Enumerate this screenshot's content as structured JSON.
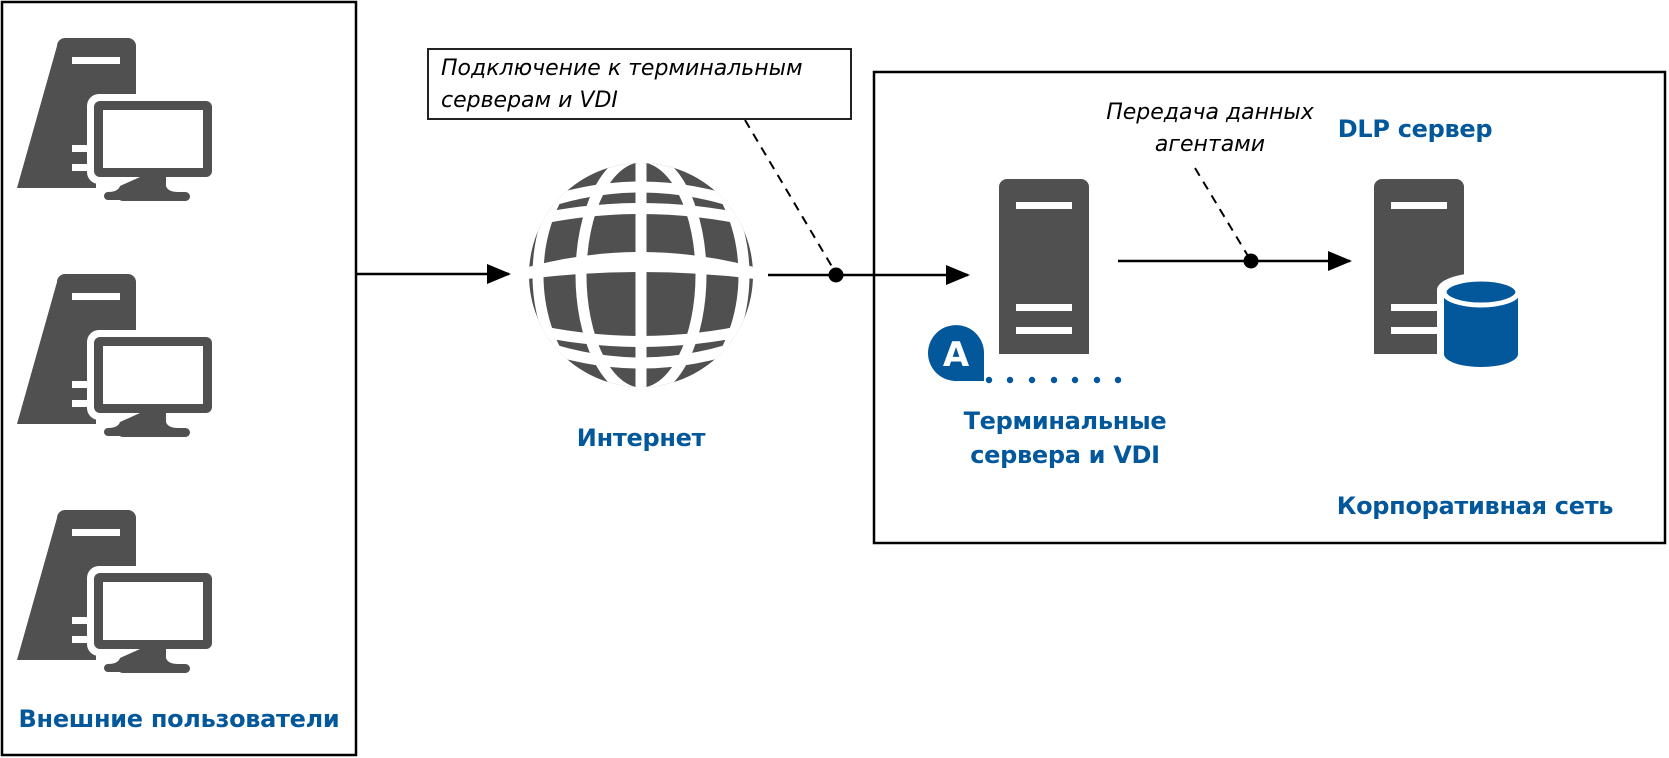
{
  "colors": {
    "icon": "#505050",
    "accent": "#03579b",
    "line": "#000000"
  },
  "groups": {
    "external_users": {
      "label": "Внешние пользователи",
      "workstation_count": 3
    },
    "internet": {
      "label": "Интернет"
    },
    "corporate_network": {
      "label": "Корпоративная сеть"
    }
  },
  "nodes": {
    "terminal_servers": {
      "label_line1": "Терминальные",
      "label_line2": "сервера и VDI",
      "agent_badge": "A"
    },
    "dlp_server": {
      "label": "DLP сервер"
    }
  },
  "annotations": {
    "connection_note_line1": "Подключение к терминальным",
    "connection_note_line2": "серверам и VDI",
    "transfer_note_line1": "Передача данных",
    "transfer_note_line2": "агентами"
  }
}
